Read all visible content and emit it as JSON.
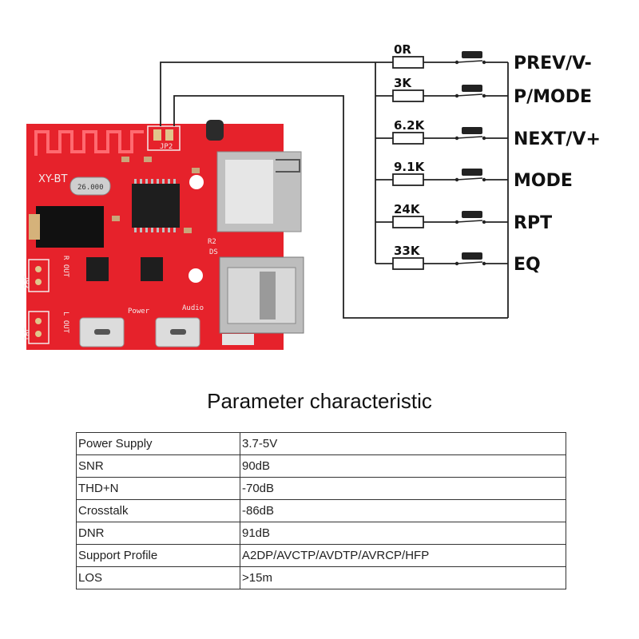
{
  "board": {
    "silkscreen": {
      "title": "XY-BT",
      "jp2": "JP2",
      "jp1": "JP1",
      "jp3": "JP3",
      "power": "Power",
      "audio": "Audio",
      "out_l": "L OUT",
      "out_r": "R OUT",
      "ds": "DS",
      "r2": "R2",
      "crystal": "26.000"
    },
    "pcb_color": "#e6222b"
  },
  "buttons": [
    {
      "resistor": "0R",
      "label": "PREV/V-"
    },
    {
      "resistor": "3K",
      "label": "P/MODE"
    },
    {
      "resistor": "6.2K",
      "label": "NEXT/V+"
    },
    {
      "resistor": "9.1K",
      "label": "MODE"
    },
    {
      "resistor": "24K",
      "label": "RPT"
    },
    {
      "resistor": "33K",
      "label": "EQ"
    }
  ],
  "parameters": {
    "title": "Parameter characteristic",
    "rows": [
      {
        "name": "Power Supply",
        "value": "3.7-5V"
      },
      {
        "name": "SNR",
        "value": "90dB"
      },
      {
        "name": "THD+N",
        "value": "-70dB"
      },
      {
        "name": "Crosstalk",
        "value": "-86dB"
      },
      {
        "name": "DNR",
        "value": "91dB"
      },
      {
        "name": "Support Profile",
        "value": "A2DP/AVCTP/AVDTP/AVRCP/HFP"
      },
      {
        "name": "LOS",
        "value": ">15m"
      }
    ]
  }
}
